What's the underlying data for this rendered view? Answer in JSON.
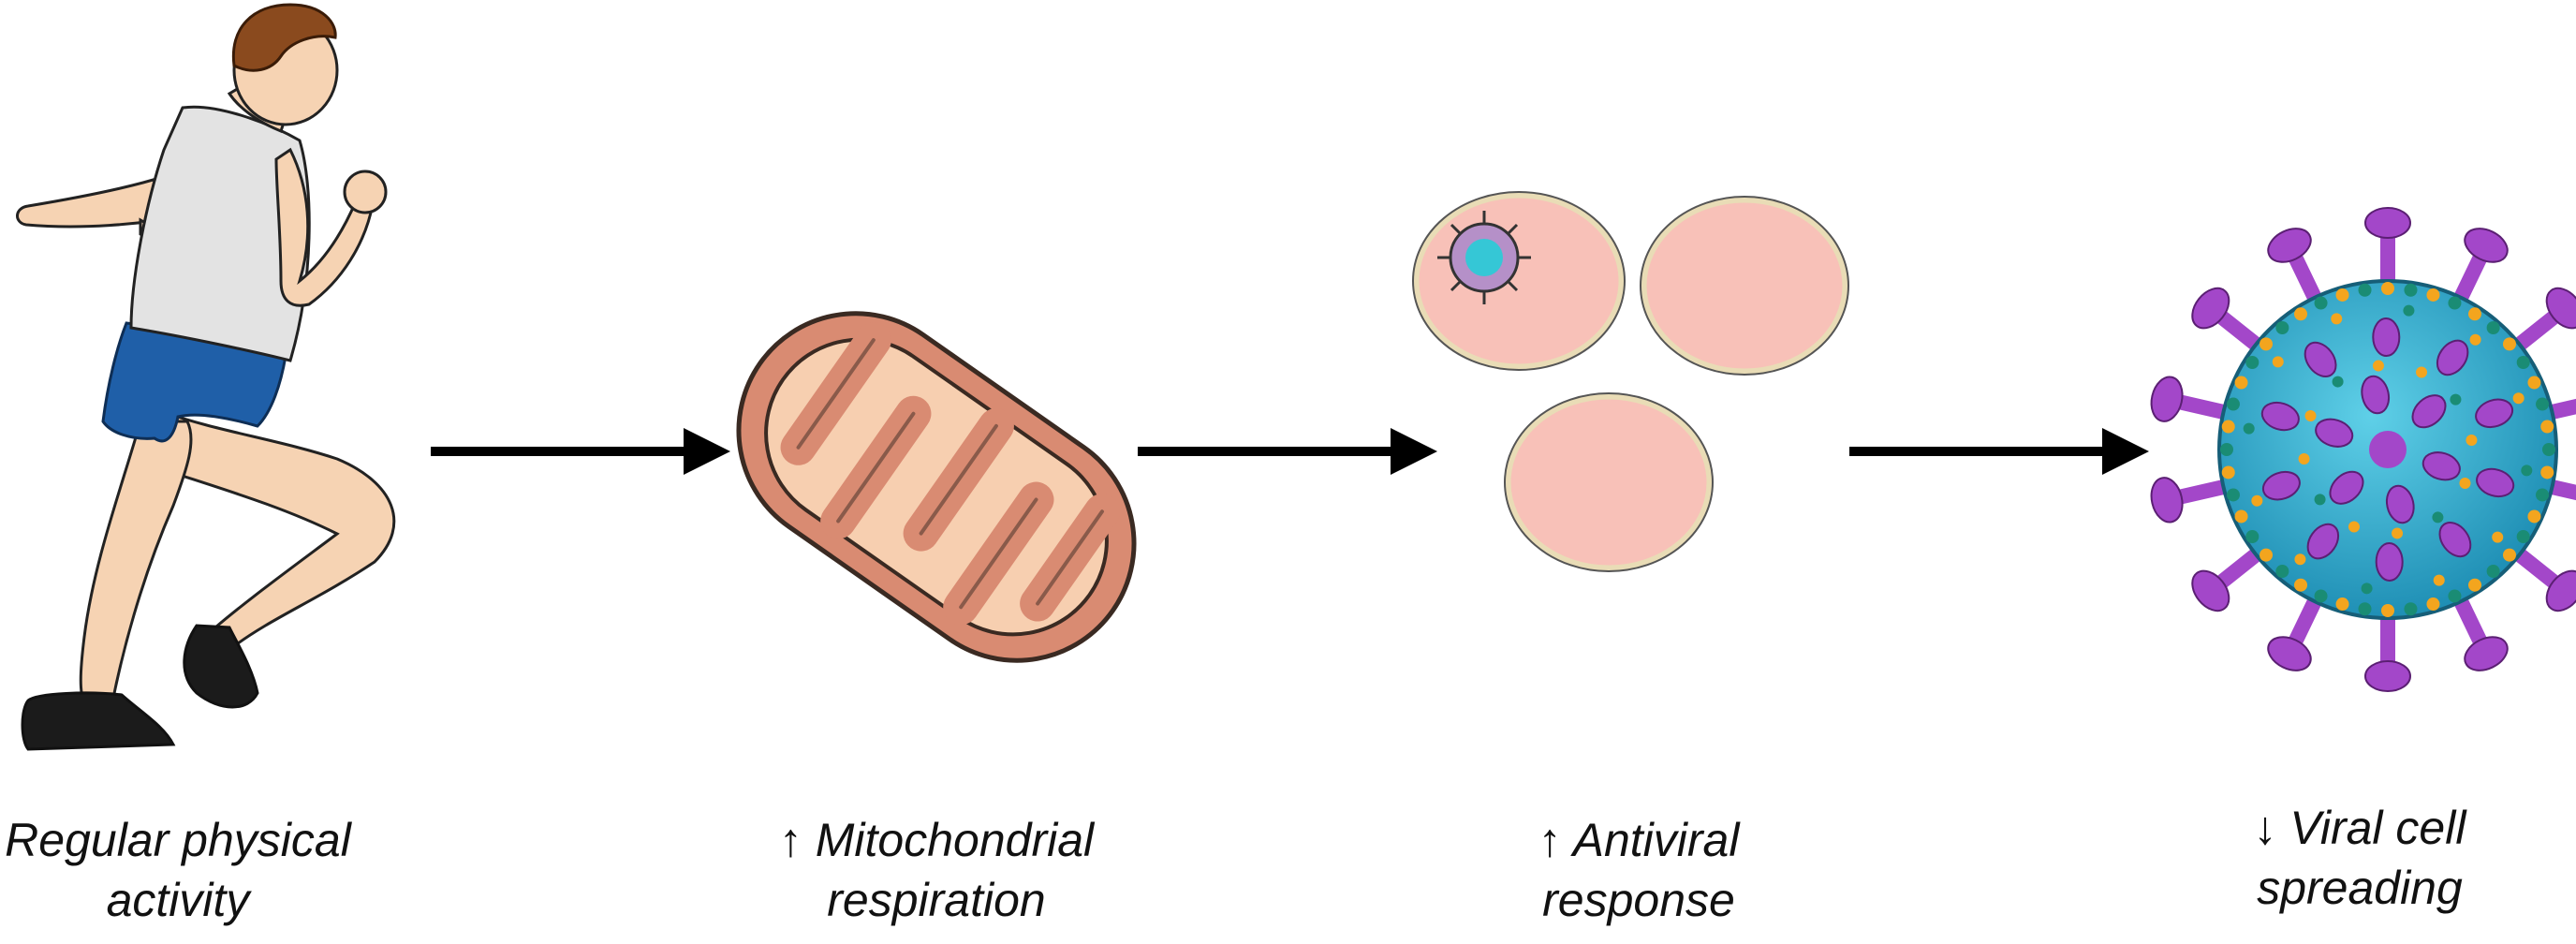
{
  "figure": {
    "steps": [
      {
        "id": "exercise",
        "icon": "runner-icon",
        "lines": [
          "Regular physical",
          "activity"
        ]
      },
      {
        "id": "mitochondria",
        "icon": "mitochondrion-icon",
        "lines": [
          "↑ Mitochondrial",
          "respiration"
        ]
      },
      {
        "id": "antiviral",
        "icon": "infected-cells-icon",
        "lines": [
          "↑ Antiviral",
          "response"
        ]
      },
      {
        "id": "virus",
        "icon": "coronavirus-icon",
        "lines": [
          "↓ Viral cell",
          "spreading"
        ]
      }
    ],
    "arrow_icon": "right-arrow-icon"
  },
  "colors": {
    "skin": "#f6d3b3",
    "hair": "#8a4a1e",
    "shirt": "#e3e3e3",
    "shorts": "#1f5fa8",
    "shoe": "#1b1b1b",
    "mito_outer": "#d98b72",
    "mito_inner": "#f7cfb0",
    "cell_fill": "#f8c1b8",
    "cell_rim": "#e9dcb6",
    "virus_body": "#2a9fc3",
    "virus_spike": "#a347c9",
    "virus_dot_orange": "#f3a51e",
    "virus_dot_teal": "#1a8c74",
    "arrow": "#000000",
    "text": "#111111"
  }
}
